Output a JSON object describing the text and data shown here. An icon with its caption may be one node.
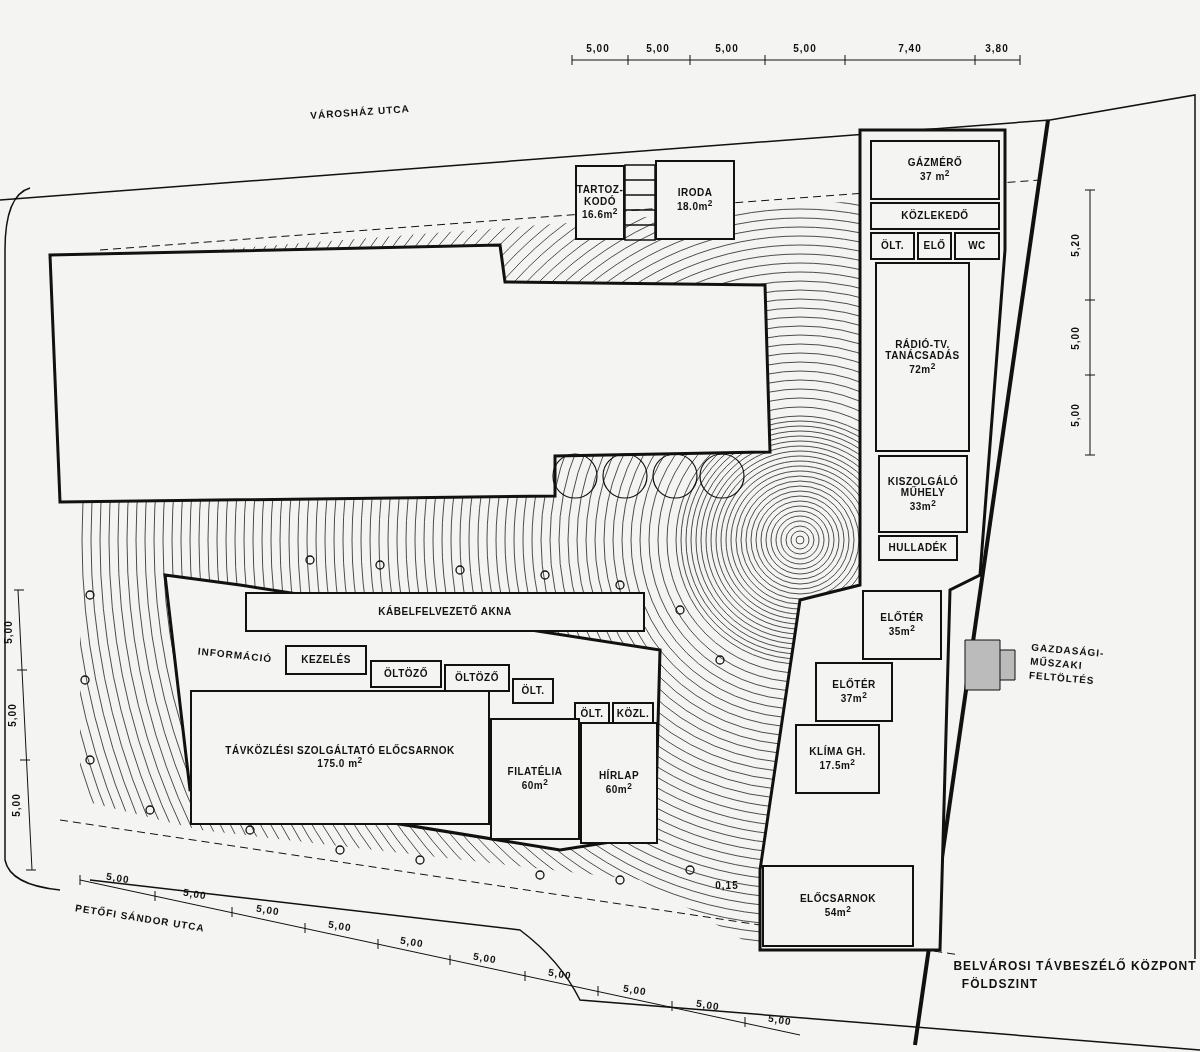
{
  "diagram": {
    "title": "BELVÁROSI TÁVBESZÉLŐ KÖZPONT",
    "caption": "FÖLDSZINT",
    "nodes": [
      {
        "text": [
          "TARTOZ- KODÓ",
          "16.6m$^{2}$"
        ]
      },
      {
        "text": [
          "IRODA",
          "18.0m$^{2}$"
        ]
      },
      {
        "text": [
          "GÁZMÉRŐ",
          "37 m$^{2}$"
        ]
      },
      {
        "text": [
          "KÖZLEKEDŐ"
        ]
      },
      {
        "text": [
          "ÖLT."
        ]
      },
      {
        "text": [
          "ELŐ"
        ]
      },
      {
        "text": [
          "WC"
        ]
      },
      {
        "text": [
          "RÁDIÓ-TV. TANÁCSADÁS",
          "72m$^{2}$"
        ]
      },
      {
        "text": [
          "KISZOLGÁLÓ MŰHELY",
          "33m$^{2}$"
        ]
      },
      {
        "text": [
          "HULLADÉK"
        ]
      },
      {
        "text": [
          "ELŐTÉR",
          "35m$^{2}$"
        ]
      },
      {
        "text": [
          "ELŐTÉR",
          "37m$^{2}$"
        ]
      },
      {
        "text": [
          "KLÍMA GH.",
          "17.5m$^{2}$"
        ]
      },
      {
        "text": [
          "ELŐCSARNOK",
          "54m$^{2}$"
        ]
      },
      {
        "text": [
          "KÁBELFELVEZETŐ AKNA"
        ]
      },
      {
        "text": [
          "KEZELÉS"
        ]
      },
      {
        "text": [
          "ÖLTÖZŐ"
        ]
      },
      {
        "text": [
          "ÖLTÖZŐ"
        ]
      },
      {
        "text": [
          "ÖLT."
        ]
      },
      {
        "text": [
          "ÖLT."
        ]
      },
      {
        "text": [
          "KÖZL."
        ]
      },
      {
        "text": [
          "TÁVKÖZLÉSI SZOLGÁLTATÓ ELŐCSARNOK",
          "175.0 m$^{2}$"
        ]
      },
      {
        "text": [
          "FILATÉLIA",
          "60m$^{2}$"
        ]
      },
      {
        "text": [
          "HÍRLAP",
          "60m$^{2}$"
        ]
      }
    ],
    "labels": [
      "5,00",
      "5,00",
      "5,00",
      "5,00",
      "7,40",
      "3,80",
      "VÁROSHÁZ UTCA",
      "5,20",
      "5,00",
      "5,00",
      "GAZDASÁGI- MŰSZAKI FELTÖLTÉS",
      "5,00",
      "5,00",
      "5,00",
      "INFORMÁCIÓ",
      "0,15",
      "5,00",
      "5,00",
      "5,00",
      "5,00",
      "5,00",
      "5,00",
      "5,00",
      "5,00",
      "5,00",
      "5,00",
      "PETŐFI SÁNDOR UTCA"
    ]
  }
}
